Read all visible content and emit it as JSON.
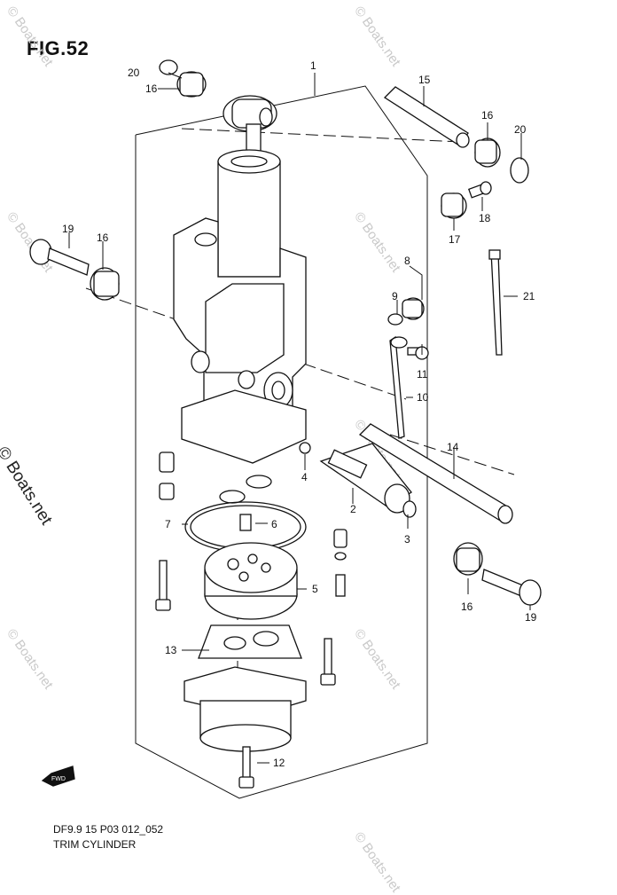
{
  "figure": {
    "title": "FIG.52",
    "drawing_code": "DF9.9 15 P03 012_052",
    "drawing_name": "TRIM CYLINDER",
    "side_watermark": "© Boats.net",
    "watermarks": [
      "© Boats.net",
      "© Boats.net",
      "© Boats.net",
      "© Boats.net",
      "© Boats.net",
      "© Boats.net",
      "© Boats.net",
      "© Boats.net"
    ],
    "fwd_label": "FWD"
  },
  "callouts": {
    "c1": "1",
    "c2": "2",
    "c3": "3",
    "c4": "4",
    "c5": "5",
    "c6": "6",
    "c7": "7",
    "c8": "8",
    "c9": "9",
    "c10": "10",
    "c11": "11",
    "c12": "12",
    "c13": "13",
    "c14": "14",
    "c15": "15",
    "c16a": "16",
    "c16b": "16",
    "c16c": "16",
    "c16d": "16",
    "c17": "17",
    "c18": "18",
    "c19a": "19",
    "c19b": "19",
    "c20a": "20",
    "c20b": "20",
    "c21": "21"
  }
}
